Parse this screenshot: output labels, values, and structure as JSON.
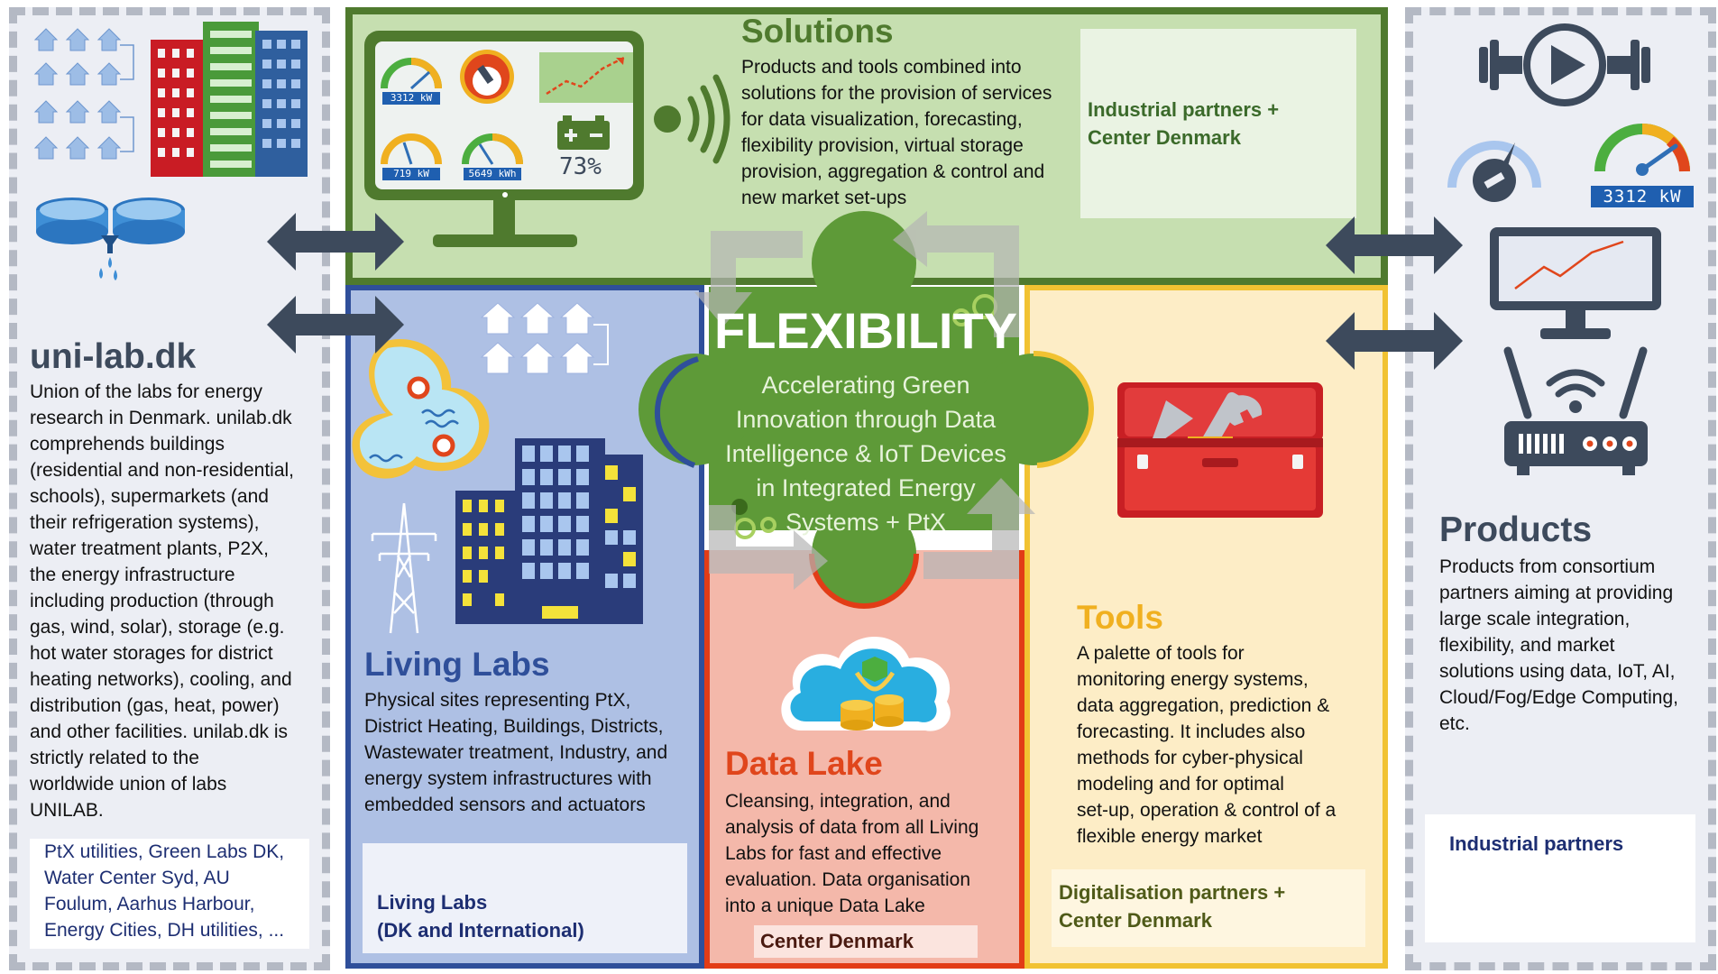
{
  "unilab": {
    "title": "uni-lab.dk",
    "description_lines": [
      "Union of the labs for energy",
      "research in Denmark. unilab.dk",
      "comprehends buildings",
      "(residential and non-residential,",
      "schools), supermarkets (and",
      "their refrigeration systems),",
      "water treatment plants, P2X,",
      "the energy infrastructure",
      "including production (through",
      "gas, wind, solar), storage (e.g.",
      "hot water storages for district",
      "heating networks), cooling,  and",
      "distribution (gas, heat, power)",
      "and other facilities. unilab.dk is",
      "strictly related to the",
      "worldwide union of labs",
      "UNILAB."
    ],
    "partners_lines": [
      "PtX utilities, Green Labs DK,",
      "Water Center Syd, AU",
      "Foulum, Aarhus Harbour,",
      "Energy Cities, DH utilities, ..."
    ]
  },
  "solutions": {
    "title": "Solutions",
    "description_lines": [
      "Products and tools combined into",
      "solutions for the provision of services",
      "for data visualization, forecasting,",
      "flexibility provision, virtual storage",
      "provision, aggregation & control and",
      "new market set-ups"
    ],
    "partners_lines": [
      "Industrial partners +",
      "Center Denmark"
    ],
    "monitor": {
      "gauge1": "3312 kW",
      "gauge2": "719 kW",
      "gauge3": "5649 kWh",
      "battery": "73%"
    }
  },
  "center": {
    "title": "FLEXIBILITY",
    "subtitle_lines": [
      "Accelerating Green",
      "Innovation through Data",
      "Intelligence & IoT Devices",
      "in Integrated Energy",
      "Systems + PtX"
    ]
  },
  "living_labs": {
    "title": "Living Labs",
    "description_lines": [
      "Physical sites representing PtX,",
      "District Heating,  Buildings, Districts,",
      "Wastewater treatment, Industry,  and",
      "energy system infrastructures  with",
      "embedded sensors and actuators"
    ],
    "partners_lines": [
      "Living Labs",
      "(DK and International)"
    ]
  },
  "data_lake": {
    "title": "Data Lake",
    "description_lines": [
      "Cleansing, integration, and",
      "analysis of data from all Living",
      "Labs for fast and effective",
      "evaluation. Data organisation",
      "into a unique Data Lake"
    ],
    "partners": "Center Denmark"
  },
  "tools": {
    "title": "Tools",
    "description_lines": [
      "A palette of tools for",
      "monitoring energy systems,",
      "data aggregation, prediction &",
      "forecasting. It includes also",
      "methods for cyber-physical",
      "modeling and for optimal",
      "set-up, operation & control of a",
      "flexible energy market"
    ],
    "partners_lines": [
      "Digitalisation partners +",
      "Center Denmark"
    ]
  },
  "products": {
    "title": "Products",
    "description_lines": [
      "Products from consortium",
      "partners aiming at providing",
      "large scale integration,",
      "flexibility, and market",
      "solutions using data, IoT, AI,",
      "Cloud/Fog/Edge Computing,",
      "etc."
    ],
    "partners": "Industrial partners",
    "gauge_label": "3312 kW"
  },
  "colors": {
    "green_dark": "#4f7a2e",
    "green_light": "#c6dfb0",
    "blue_panel": "#aec0e4",
    "blue_border": "#2f4f9a",
    "red_panel": "#f4b8aa",
    "red_border": "#e23c16",
    "yellow_panel": "#fdedc6",
    "yellow_border": "#f1c232",
    "orange_title": "#f0b020",
    "datalake_title": "#e0461c",
    "slate": "#3d4a5c"
  }
}
